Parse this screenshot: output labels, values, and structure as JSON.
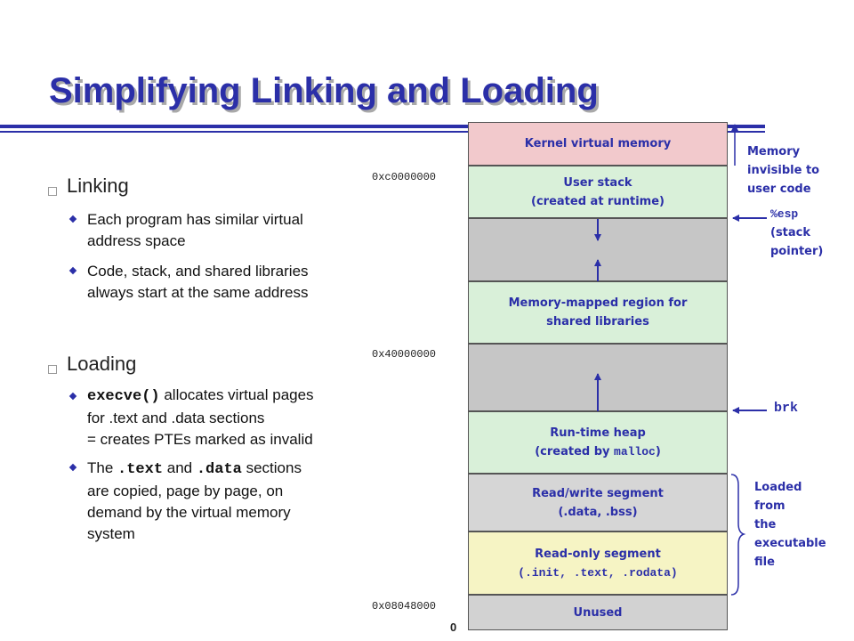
{
  "title": "Simplifying Linking and Loading",
  "linking": {
    "heading": "Linking",
    "points": [
      [
        "Each program has similar virtual",
        "address space"
      ],
      [
        "Code, stack, and shared libraries",
        "always start at the same address"
      ]
    ]
  },
  "loading": {
    "heading": "Loading",
    "p1": {
      "code": "execve()",
      "rest": " allocates virtual pages",
      "line2": "for .text and .data sections",
      "line3": "= creates PTEs marked as invalid"
    },
    "p2": {
      "pre": "The ",
      "code1": ".text",
      "mid": " and ",
      "code2": ".data",
      "post": " sections",
      "line2": "are copied, page by page, on",
      "line3": "demand by the virtual memory",
      "line4": "system"
    }
  },
  "memory": {
    "kernel": "Kernel virtual memory",
    "user_stack": [
      "User stack",
      "(created at runtime)"
    ],
    "mmap": [
      "Memory-mapped region for",
      "shared libraries"
    ],
    "heap_line1": "Run-time heap",
    "heap_line2_pre": "(created by ",
    "heap_line2_code": "malloc",
    "heap_line2_post": ")",
    "rw_line1": "Read/write segment",
    "rw_line2": "(.data, .bss)",
    "ro_line1": "Read-only segment",
    "ro_line2": "(.init, .text, .rodata)",
    "unused": "Unused"
  },
  "addresses": {
    "a1": "0xc0000000",
    "a2": "0x40000000",
    "a3": "0x08048000",
    "zero": "0"
  },
  "annotations": {
    "invisible": [
      "Memory",
      "invisible to",
      "user code"
    ],
    "esp_code": "%esp",
    "esp_desc": [
      "(stack",
      "pointer)"
    ],
    "brk": "brk",
    "loaded": [
      "Loaded",
      "from",
      "the",
      "executable",
      "file"
    ]
  },
  "colors": {
    "title": "#2b2fa8",
    "kernel": "#f2c9cc",
    "green": "#d9f0d9",
    "gray_gap": "#c6c6c6",
    "rw": "#d6d6d6",
    "ro": "#f6f4c4",
    "unused": "#d2d2d2"
  }
}
